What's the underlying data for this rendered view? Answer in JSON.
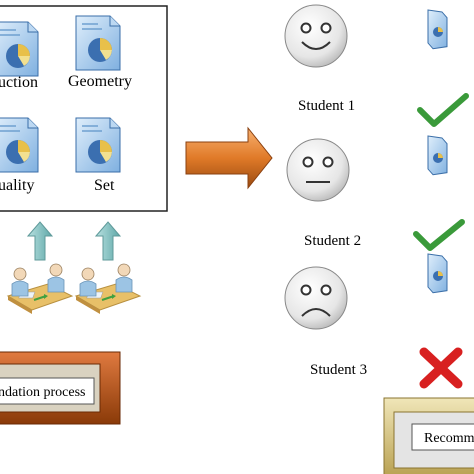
{
  "documents": {
    "labels": [
      "uction",
      "Geometry",
      "uality",
      "Set"
    ]
  },
  "students": [
    {
      "label": "Student 1",
      "face": "happy",
      "result": "check"
    },
    {
      "label": "Student 2",
      "face": "neutral",
      "result": "check"
    },
    {
      "label": "Student 3",
      "face": "sad",
      "result": "cross"
    }
  ],
  "process_left": {
    "text": "ndation process"
  },
  "process_right": {
    "text": "Recomm"
  },
  "colors": {
    "doc_blue": "#4a86c8",
    "pie_yellow": "#e8c04a",
    "arrow_orange": "#e07a28",
    "check_green": "#3a9a3a",
    "cross_red": "#d82020",
    "frame_brown": "#b04a10",
    "frame_tan": "#c8b060",
    "up_arrow_teal": "#8cc8c8"
  },
  "icons": [
    "document-icon",
    "right-arrow-icon",
    "up-arrow-icon",
    "meeting-people-icon",
    "smiley-face-icon",
    "checkmark-icon",
    "cross-icon"
  ]
}
